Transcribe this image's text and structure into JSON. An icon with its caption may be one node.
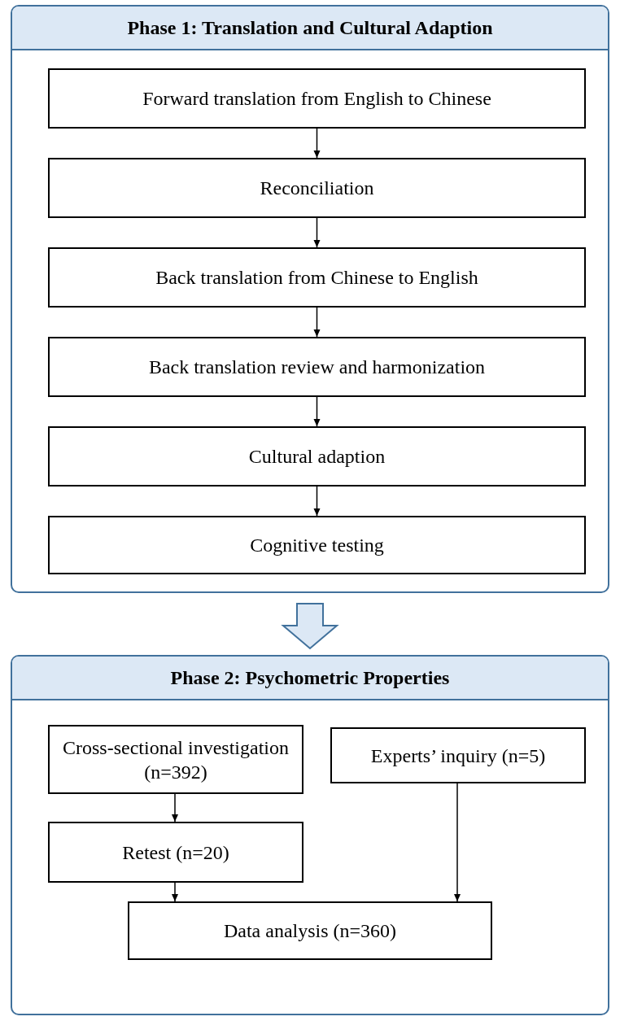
{
  "diagram": {
    "nodes": [
      {
        "text": [
          "Phase 1: Translation and Cultural Adaption"
        ]
      },
      {
        "text": [
          "Forward translation from English to Chinese"
        ],
        "in": 0
      },
      {
        "text": [
          "Reconciliation"
        ],
        "in": 0
      },
      {
        "text": [
          "Back translation from Chinese to English"
        ],
        "in": 0
      },
      {
        "text": [
          "Back translation review and harmonization"
        ],
        "in": 0
      },
      {
        "text": [
          "Cultural adaption"
        ],
        "in": 0
      },
      {
        "text": [
          "Cognitive testing"
        ],
        "in": 0
      },
      {
        "text": [
          "Phase 2: Psychometric Properties"
        ]
      },
      {
        "text": [
          "Cross-sectional investigation (n=392)"
        ],
        "in": 7
      },
      {
        "text": [
          "Experts’ inquiry (n=5)"
        ],
        "in": 7
      },
      {
        "text": [
          "Retest (n=20)"
        ],
        "in": 7
      },
      {
        "text": [
          "Data analysis (n=360)"
        ],
        "in": 7
      }
    ],
    "edges": [
      {
        "from": 1,
        "to": 2,
        "arrow": "to"
      },
      {
        "from": 2,
        "to": 3,
        "arrow": "to"
      },
      {
        "from": 3,
        "to": 4,
        "arrow": "to"
      },
      {
        "from": 4,
        "to": 5,
        "arrow": "to"
      },
      {
        "from": 5,
        "to": 6,
        "arrow": "to"
      },
      {
        "from": 0,
        "to": 7,
        "arrow": "to",
        "style": "thick",
        "color": "#41719c"
      },
      {
        "from": 8,
        "to": 10,
        "arrow": "to"
      },
      {
        "from": 10,
        "to": 11,
        "arrow": "to"
      },
      {
        "from": 9,
        "to": 11,
        "arrow": "to"
      }
    ]
  }
}
